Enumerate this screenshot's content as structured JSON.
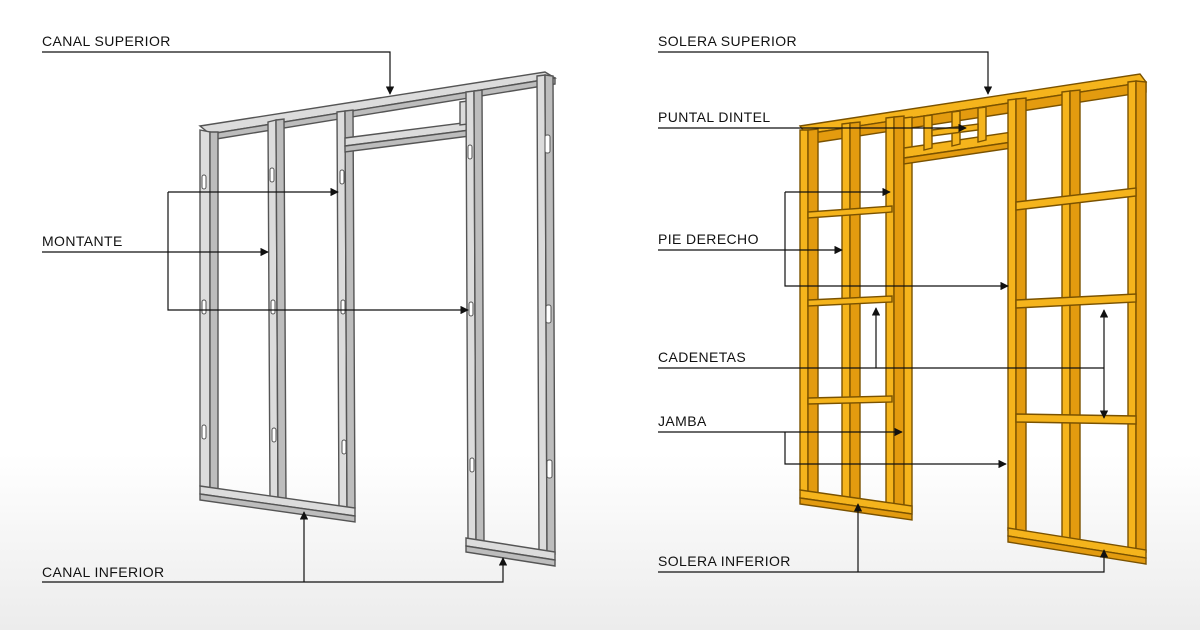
{
  "steel_frame": {
    "labels": {
      "top": "CANAL  SUPERIOR",
      "stud": "MONTANTE",
      "bottom": "CANAL INFERIOR"
    }
  },
  "wood_frame": {
    "labels": {
      "top": "SOLERA  SUPERIOR",
      "header": "PUNTAL DINTEL",
      "stud": "PIE  DERECHO",
      "blocking": "CADENETAS",
      "jamb": "JAMBA",
      "bottom": "SOLERA INFERIOR"
    }
  },
  "colors": {
    "steel": "#dcdcdc",
    "wood": "#f5b41c",
    "line": "#111111"
  }
}
